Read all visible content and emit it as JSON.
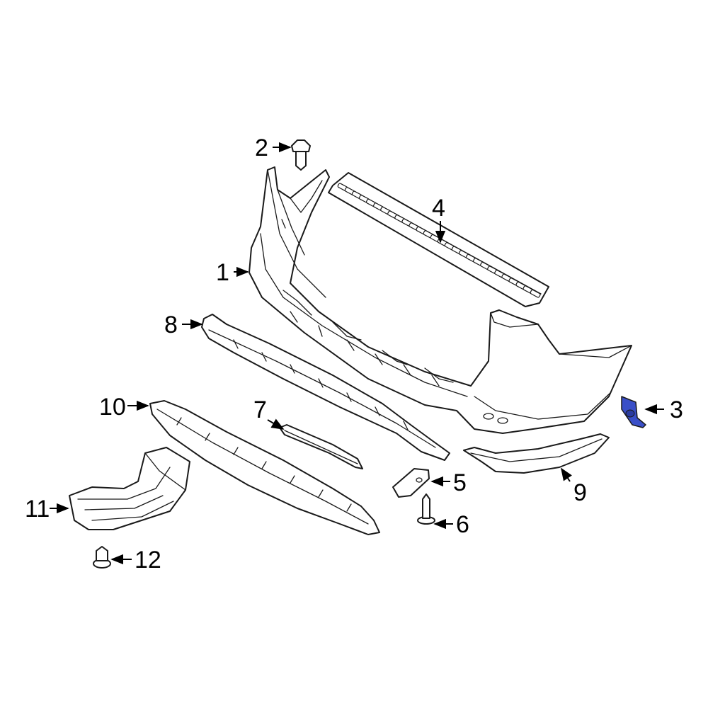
{
  "callouts": {
    "c1": "1",
    "c2": "2",
    "c3": "3",
    "c4": "4",
    "c5": "5",
    "c6": "6",
    "c7": "7",
    "c8": "8",
    "c9": "9",
    "c10": "10",
    "c11": "11",
    "c12": "12"
  },
  "colors": {
    "highlight": "#3a4fc8",
    "linework": "#1a1a1a"
  },
  "highlighted_part": "3"
}
